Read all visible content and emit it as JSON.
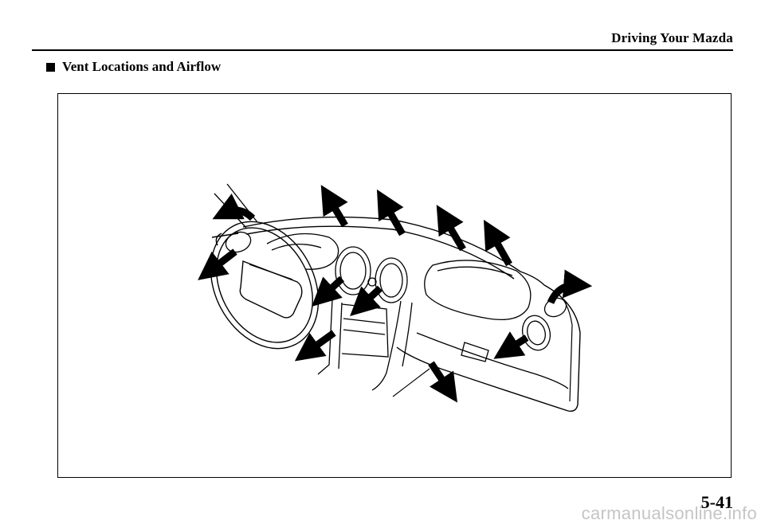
{
  "header": {
    "running_title": "Driving Your Mazda"
  },
  "section": {
    "title": "Vent Locations and Airflow"
  },
  "figure": {
    "subject": "dashboard-vents-diagram"
  },
  "footer": {
    "page_number": "5-41",
    "watermark": "carmanualsonline.info"
  }
}
